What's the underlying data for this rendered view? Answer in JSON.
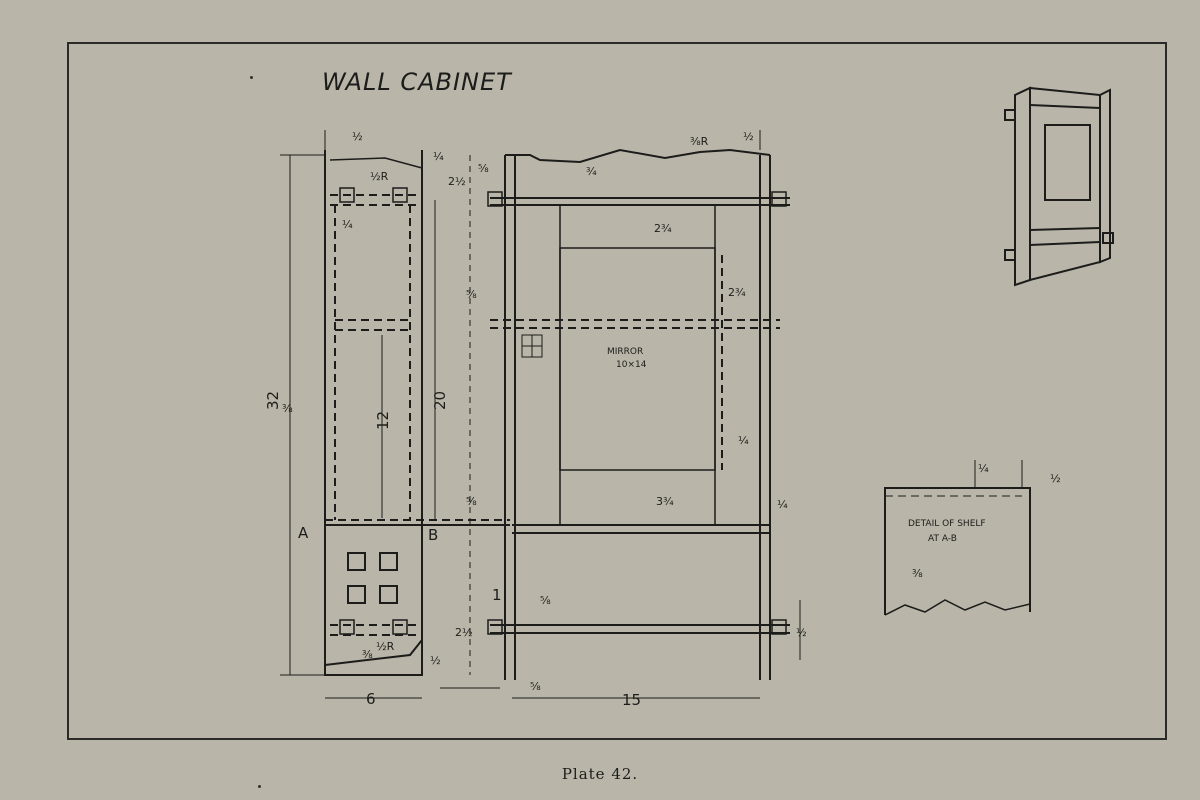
{
  "title": "WALL CABINET",
  "caption": "Plate 42.",
  "mirror": {
    "label": "MIRROR",
    "size": "10×14"
  },
  "detail": {
    "line1": "DETAIL OF SHELF",
    "line2": "AT A-B"
  },
  "points": {
    "a": "A",
    "b": "B"
  },
  "dimensions": {
    "height": "32",
    "inner_height": "20",
    "side_panel": "12",
    "side_width": "6",
    "front_width": "15",
    "one": "1",
    "one_half": "½",
    "one_fourth": "¼",
    "three_fourths": "¾",
    "three_eighths": "⅜",
    "five_eighths": "⅝",
    "two_half": "2½",
    "two_three_fourths": "2¾",
    "three_fourths_whole": "3¾",
    "half_r": "½R",
    "three_eighth_r": "⅜R"
  }
}
